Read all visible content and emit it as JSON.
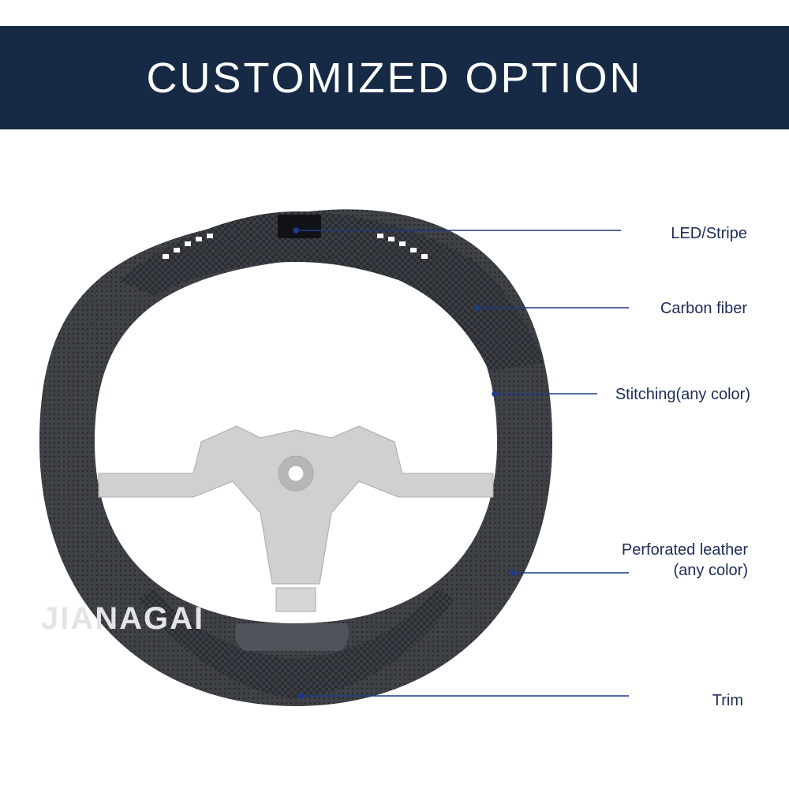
{
  "banner": {
    "title": "CUSTOMIZED OPTION"
  },
  "watermark": "JIANAGAI",
  "callouts": [
    {
      "label": "LED/Stripe"
    },
    {
      "label": "Carbon fiber"
    },
    {
      "label": "Stitching(any color)"
    },
    {
      "label": "Perforated leather",
      "label2": "(any color)"
    },
    {
      "label": "Trim"
    }
  ],
  "colors": {
    "banner": "#172a45",
    "callout_line": "#1d3a8a",
    "label_text": "#1d2c56",
    "leather": "#3f4247",
    "carbon": "#2b2e33",
    "spokes": "#cfd0d0"
  }
}
